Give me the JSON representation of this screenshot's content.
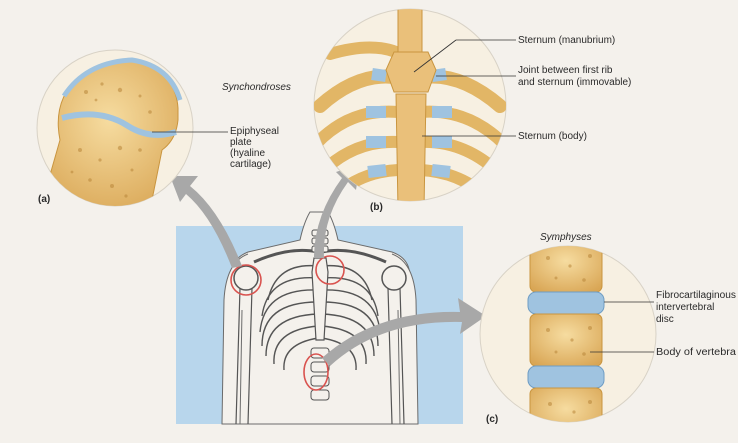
{
  "panel_a": {
    "heading": "Synchondroses",
    "letter": "(a)",
    "label_lines": [
      "Epiphyseal",
      "plate",
      "(hyaline",
      "cartilage)"
    ]
  },
  "panel_b": {
    "letter": "(b)",
    "label_manubrium": "Sternum (manubrium)",
    "label_joint_lines": [
      "Joint between first rib",
      "and sternum (immovable)"
    ],
    "label_body": "Sternum (body)"
  },
  "panel_c": {
    "heading": "Symphyses",
    "letter": "(c)",
    "label_disc_lines": [
      "Fibrocartilaginous",
      "intervertebral",
      "disc"
    ],
    "label_vertebra": "Body of vertebra"
  },
  "colors": {
    "bone": "#e8c27a",
    "bone_dark": "#c9953f",
    "cartilage": "#9fc3e0",
    "torso_bg": "#b8d6ec",
    "arrow": "#a8a8a8",
    "highlight_circle": "#d9534f"
  }
}
